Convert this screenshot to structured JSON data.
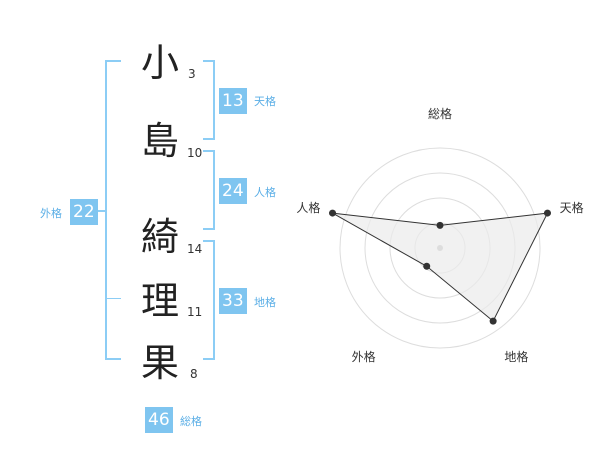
{
  "name": [
    {
      "char": "小",
      "strokes": "3"
    },
    {
      "char": "島",
      "strokes": "10"
    },
    {
      "char": "綺",
      "strokes": "14"
    },
    {
      "char": "理",
      "strokes": "11"
    },
    {
      "char": "果",
      "strokes": "8"
    }
  ],
  "kakusu": {
    "tenkaku": {
      "value": "13",
      "label": "天格"
    },
    "jinkaku": {
      "value": "24",
      "label": "人格"
    },
    "chikaku": {
      "value": "33",
      "label": "地格"
    },
    "gaikaku": {
      "value": "22",
      "label": "外格"
    },
    "soukaku": {
      "value": "46",
      "label": "総格"
    }
  },
  "chart_data": {
    "type": "radar",
    "axes": [
      "総格",
      "天格",
      "地格",
      "外格",
      "人格"
    ],
    "values": [
      1,
      5,
      4,
      1,
      5
    ],
    "max": 5,
    "rings": 4,
    "colors": {
      "fill": "#ebebeb",
      "line": "#333333",
      "point": "#333333",
      "grid": "#dddddd",
      "center": "#bbbbbb"
    }
  },
  "colors": {
    "accent": "#7fc5f0",
    "accent_text": "#5aaee6",
    "bracket": "#8ccdf5"
  }
}
